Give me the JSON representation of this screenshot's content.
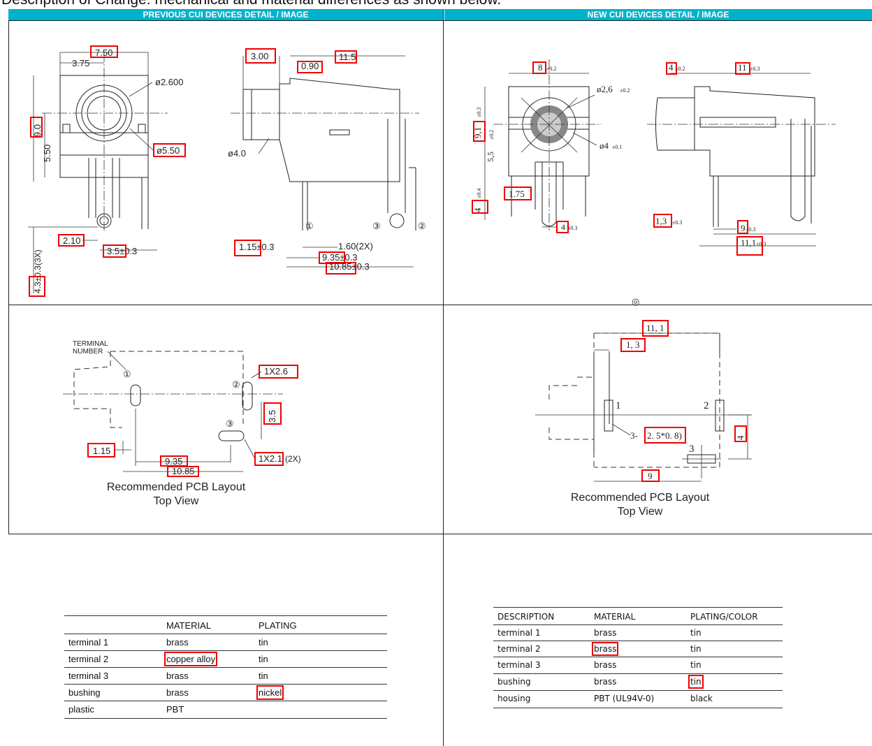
{
  "description": "Description of Change: mechanical and material differences as shown below.",
  "headers": {
    "previous": "PREVIOUS CUI DEVICES DETAIL / IMAGE",
    "new": "NEW CUI DEVICES DETAIL / IMAGE"
  },
  "previous_drawing": {
    "front_view": {
      "width": "7.50",
      "half_width": "3.75",
      "diameter_inner": "ø2.600",
      "diameter_outer": "ø5.50",
      "height": "9.0",
      "center_height": "5.50",
      "pin_spacing": "2.10",
      "pin_offset": "3.5±0.3",
      "pin_length": "4.3±0.3(3X)"
    },
    "side_view": {
      "length_a": "3.00",
      "length_b": "0.90",
      "length_c": "11.5",
      "barrel_diameter": "ø4.0",
      "pin_a": "1.15±0.3",
      "pin_spacing": "1.60(2X)",
      "pin_b": "9.35±0.3",
      "pin_c": "10.85±0.3",
      "terminal_1": "①",
      "terminal_2": "②",
      "terminal_3": "③"
    }
  },
  "new_drawing": {
    "front_view": {
      "width": "8",
      "width_tol": "±0.2",
      "diameter_inner": "ø2,6",
      "diameter_inner_tol": "±0.2",
      "diameter_outer": "ø4",
      "diameter_outer_tol": "±0.1",
      "height": "9,1",
      "height_tol": "±0.3",
      "center_height": "5,5",
      "center_height_tol": "±0.2",
      "pin_offset": "1.75",
      "pin_length": "4",
      "pin_length_tol": "±0.4",
      "pin_width": "4",
      "pin_width_tol": "±0.3"
    },
    "side_view": {
      "length_a": "4",
      "length_a_tol": "±0.2",
      "length_b": "11",
      "length_b_tol": "±0.3",
      "pin_a": "1,3",
      "pin_a_tol": "±0.3",
      "pin_b": "9",
      "pin_b_tol": "±0.3",
      "pin_c": "11,1",
      "pin_c_tol": "±0.3"
    }
  },
  "previous_pcb": {
    "terminal_label_1": "TERMINAL",
    "terminal_label_2": "NUMBER",
    "slot_a": "1X2.6",
    "slot_b": "1X2.1",
    "slot_b_suffix": "(2X)",
    "pitch": "3.5",
    "offset": "1.15",
    "dist_a": "9.35",
    "dist_b": "10.85",
    "caption_1": "Recommended PCB Layout",
    "caption_2": "Top View",
    "t1": "①",
    "t2": "②",
    "t3": "③"
  },
  "new_pcb": {
    "total": "11, 1",
    "offset": "1, 3",
    "slot": "2. 5*0. 8)",
    "slot_prefix": "3-",
    "pitch": "4",
    "dist": "9",
    "t1": "1",
    "t2": "2",
    "t3": "3",
    "caption_1": "Recommended PCB Layout",
    "caption_2": "Top View"
  },
  "previous_table": {
    "headers": [
      "",
      "MATERIAL",
      "PLATING"
    ],
    "rows": [
      [
        "terminal 1",
        "brass",
        "tin"
      ],
      [
        "terminal 2",
        "copper alloy",
        "tin"
      ],
      [
        "terminal 3",
        "brass",
        "tin"
      ],
      [
        "bushing",
        "brass",
        "nickel"
      ],
      [
        "plastic",
        "PBT",
        ""
      ]
    ]
  },
  "new_table": {
    "headers": [
      "DESCRIPTION",
      "MATERIAL",
      "PLATING/COLOR"
    ],
    "rows": [
      [
        "terminal 1",
        "brass",
        "tin"
      ],
      [
        "terminal 2",
        "brass",
        "tin"
      ],
      [
        "terminal 3",
        "brass",
        "tin"
      ],
      [
        "bushing",
        "brass",
        "tin"
      ],
      [
        "housing",
        "PBT (UL94V-0)",
        "black"
      ]
    ]
  },
  "colors": {
    "header_bg": "#00b3cc",
    "highlight": "#e00000"
  }
}
